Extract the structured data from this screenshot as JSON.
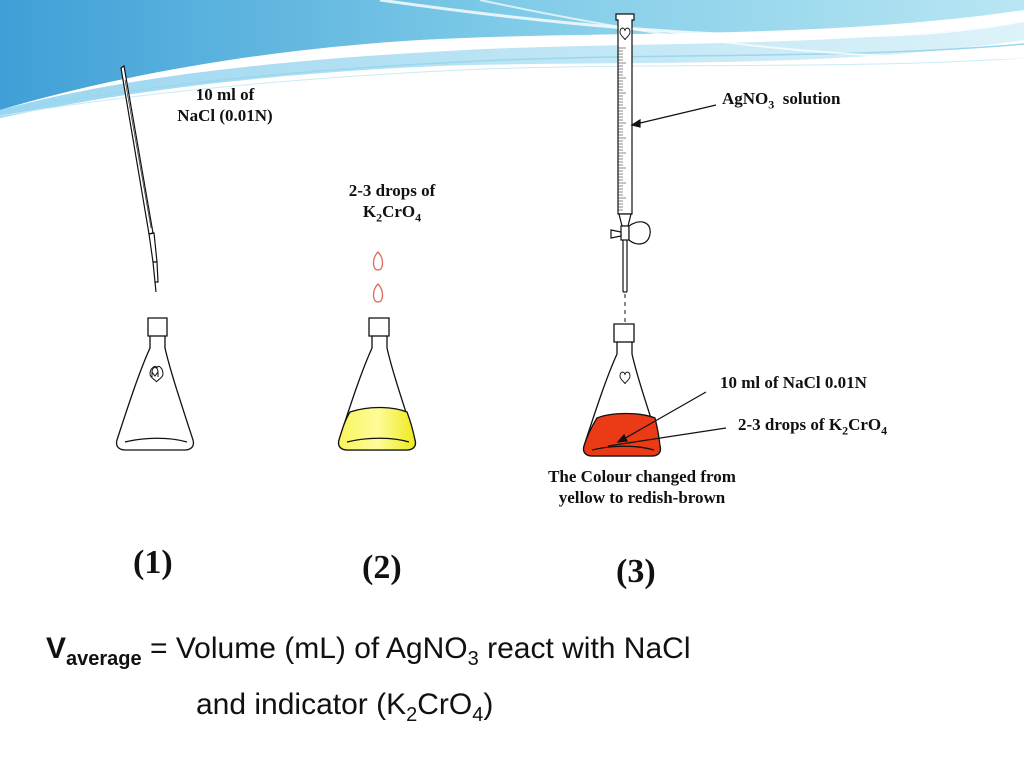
{
  "labels": {
    "nacl_pipette_line1": "10 ml of",
    "nacl_pipette_line2": "NaCl (0.01N)",
    "drops_line1": "2-3 drops of",
    "drops_k": "K",
    "drops_2": "2",
    "drops_cro": "CrO",
    "drops_4": "4",
    "agno3_ag": "AgNO",
    "agno3_3": "3",
    "agno3_solution": "solution",
    "flask3_nacl": "10 ml of NaCl 0.01N",
    "flask3_drops_prefix": "2-3 drops of K",
    "flask3_drops_2": "2",
    "flask3_drops_cro": "CrO",
    "flask3_drops_4": "4",
    "colour_line1": "The Colour changed from",
    "colour_line2": "yellow to redish-brown"
  },
  "steps": [
    "(1)",
    "(2)",
    "(3)"
  ],
  "formula": {
    "v": "V",
    "v_sub": "average",
    "line1_a": " = Volume (mL) of AgNO",
    "line1_3": "3",
    "line1_b": " react with NaCl",
    "line2_a": "and indicator (K",
    "line2_2": "2",
    "line2_b": "CrO",
    "line2_4": "4",
    "line2_c": ")"
  },
  "colors": {
    "yellow_solution": "#f4f233",
    "red_solution": "#ea3a16",
    "wave_blue": "#4aa8d8",
    "drop_outline": "#e0685a"
  }
}
